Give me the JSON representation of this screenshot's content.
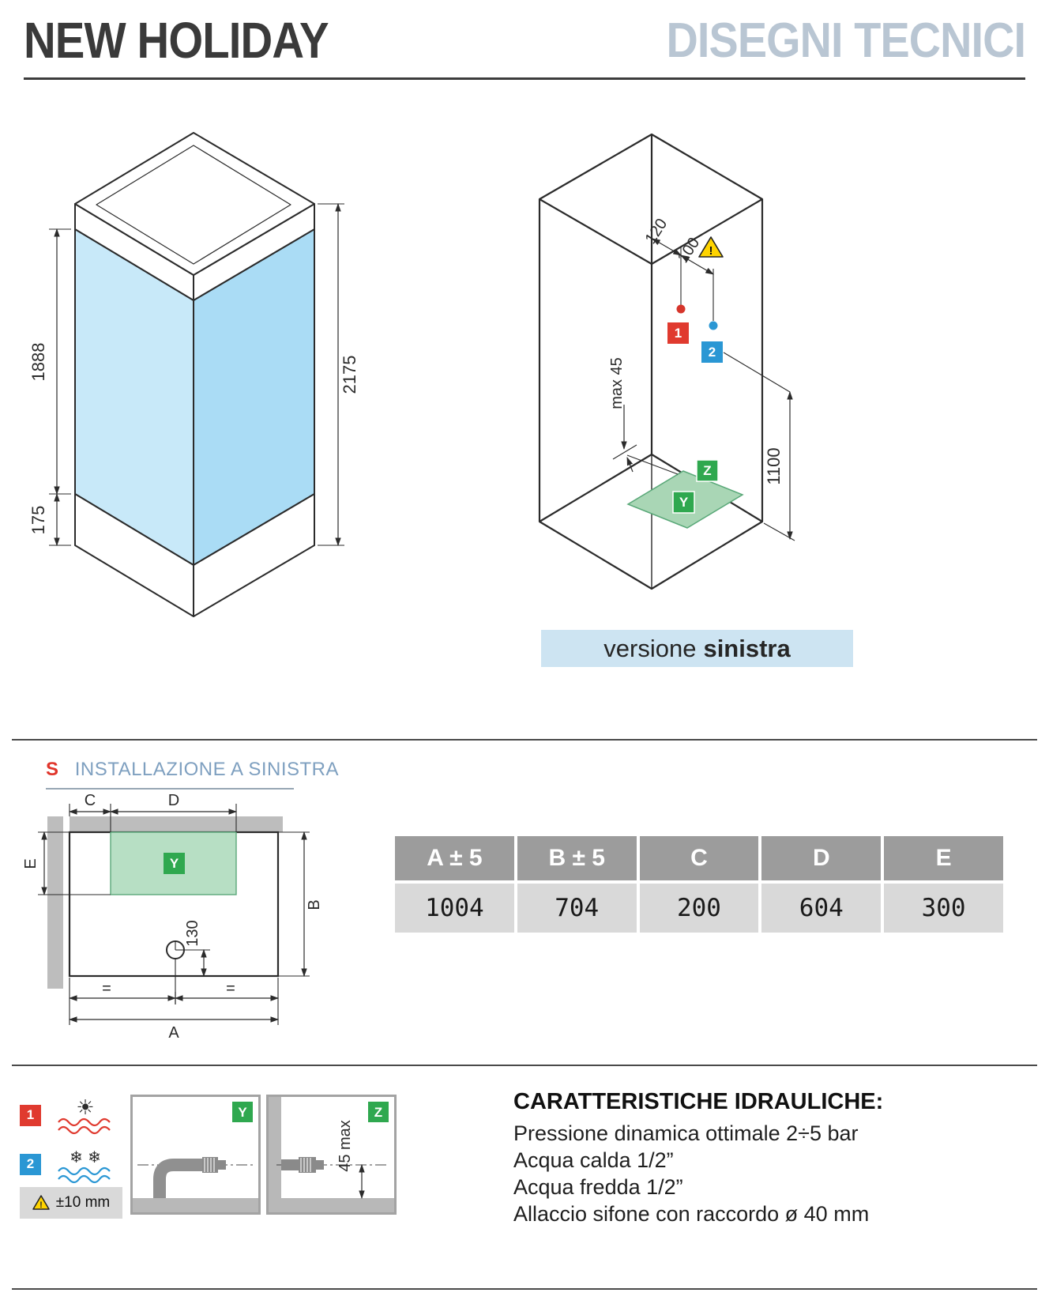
{
  "header": {
    "product": "NEW HOLIDAY",
    "section": "DISEGNI TECNICI"
  },
  "iso_left": {
    "dim_glass_height": "1888",
    "dim_tray_height": "175",
    "dim_total_height": "2175"
  },
  "iso_right": {
    "dim_hot_offset": "120",
    "dim_cold_offset": "100",
    "warning_mark": "!",
    "hot_tag": "1",
    "cold_tag": "2",
    "dim_drain_max": "max 45",
    "dim_mixer_height": "1100",
    "tray_tag_z": "Z",
    "tray_tag_y": "Y",
    "caption_prefix": "versione",
    "caption_bold": "sinistra"
  },
  "plan": {
    "tag": "S",
    "title": "INSTALLAZIONE A SINISTRA",
    "dim_c": "C",
    "dim_d": "D",
    "dim_e": "E",
    "dim_b": "B",
    "dim_a": "A",
    "dim_drain": "130",
    "equal_left": "=",
    "equal_right": "=",
    "tray_tag_y": "Y"
  },
  "table": {
    "headers": [
      "A ± 5",
      "B ± 5",
      "C",
      "D",
      "E"
    ],
    "values": [
      "1004",
      "704",
      "200",
      "604",
      "300"
    ]
  },
  "legend": {
    "hot_tag": "1",
    "cold_tag": "2",
    "hot_glyph": "☀",
    "cold_glyph": "❄ ❄",
    "tolerance": "±10 mm",
    "warning_mark": "!",
    "y_tag": "Y",
    "z_tag": "Z",
    "dim_wall_max": "45 max"
  },
  "hydraulics": {
    "title": "CARATTERISTICHE IDRAULICHE:",
    "lines": [
      "Pressione dinamica ottimale 2÷5 bar",
      "Acqua calda 1/2”",
      "Acqua fredda 1/2”",
      "Allaccio sifone con raccordo ø 40 mm"
    ]
  },
  "colors": {
    "accent_blue": "#b9c6d3",
    "glass_blue": "#c8e9f9",
    "tray_green": "#a9d6b5",
    "tag_green": "#2fa84f",
    "hot_red": "#e03a2f",
    "cold_blue": "#2a97d4",
    "warning_yellow": "#ffd400",
    "caption_bg": "#cde4f2"
  }
}
